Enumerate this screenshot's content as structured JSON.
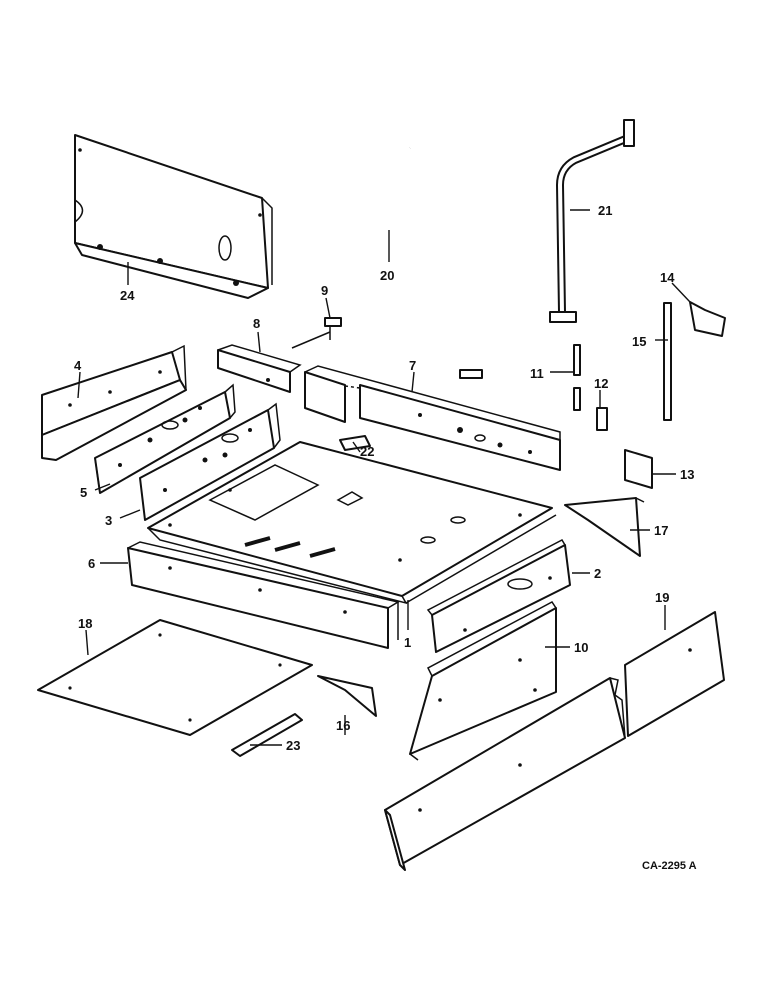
{
  "diagram_code": "CA-2295 A",
  "callouts": [
    {
      "id": "1",
      "text": "1"
    },
    {
      "id": "2",
      "text": "2"
    },
    {
      "id": "3",
      "text": "3"
    },
    {
      "id": "4",
      "text": "4"
    },
    {
      "id": "5",
      "text": "5"
    },
    {
      "id": "6",
      "text": "6"
    },
    {
      "id": "7",
      "text": "7"
    },
    {
      "id": "8",
      "text": "8"
    },
    {
      "id": "9",
      "text": "9"
    },
    {
      "id": "10",
      "text": "10"
    },
    {
      "id": "11",
      "text": "11"
    },
    {
      "id": "12",
      "text": "12"
    },
    {
      "id": "13",
      "text": "13"
    },
    {
      "id": "14",
      "text": "14"
    },
    {
      "id": "15",
      "text": "15"
    },
    {
      "id": "16",
      "text": "16"
    },
    {
      "id": "17",
      "text": "17"
    },
    {
      "id": "18",
      "text": "18"
    },
    {
      "id": "19",
      "text": "19"
    },
    {
      "id": "20",
      "text": "20"
    },
    {
      "id": "21",
      "text": "21"
    },
    {
      "id": "22",
      "text": "22"
    },
    {
      "id": "23",
      "text": "23"
    },
    {
      "id": "24",
      "text": "24"
    }
  ]
}
